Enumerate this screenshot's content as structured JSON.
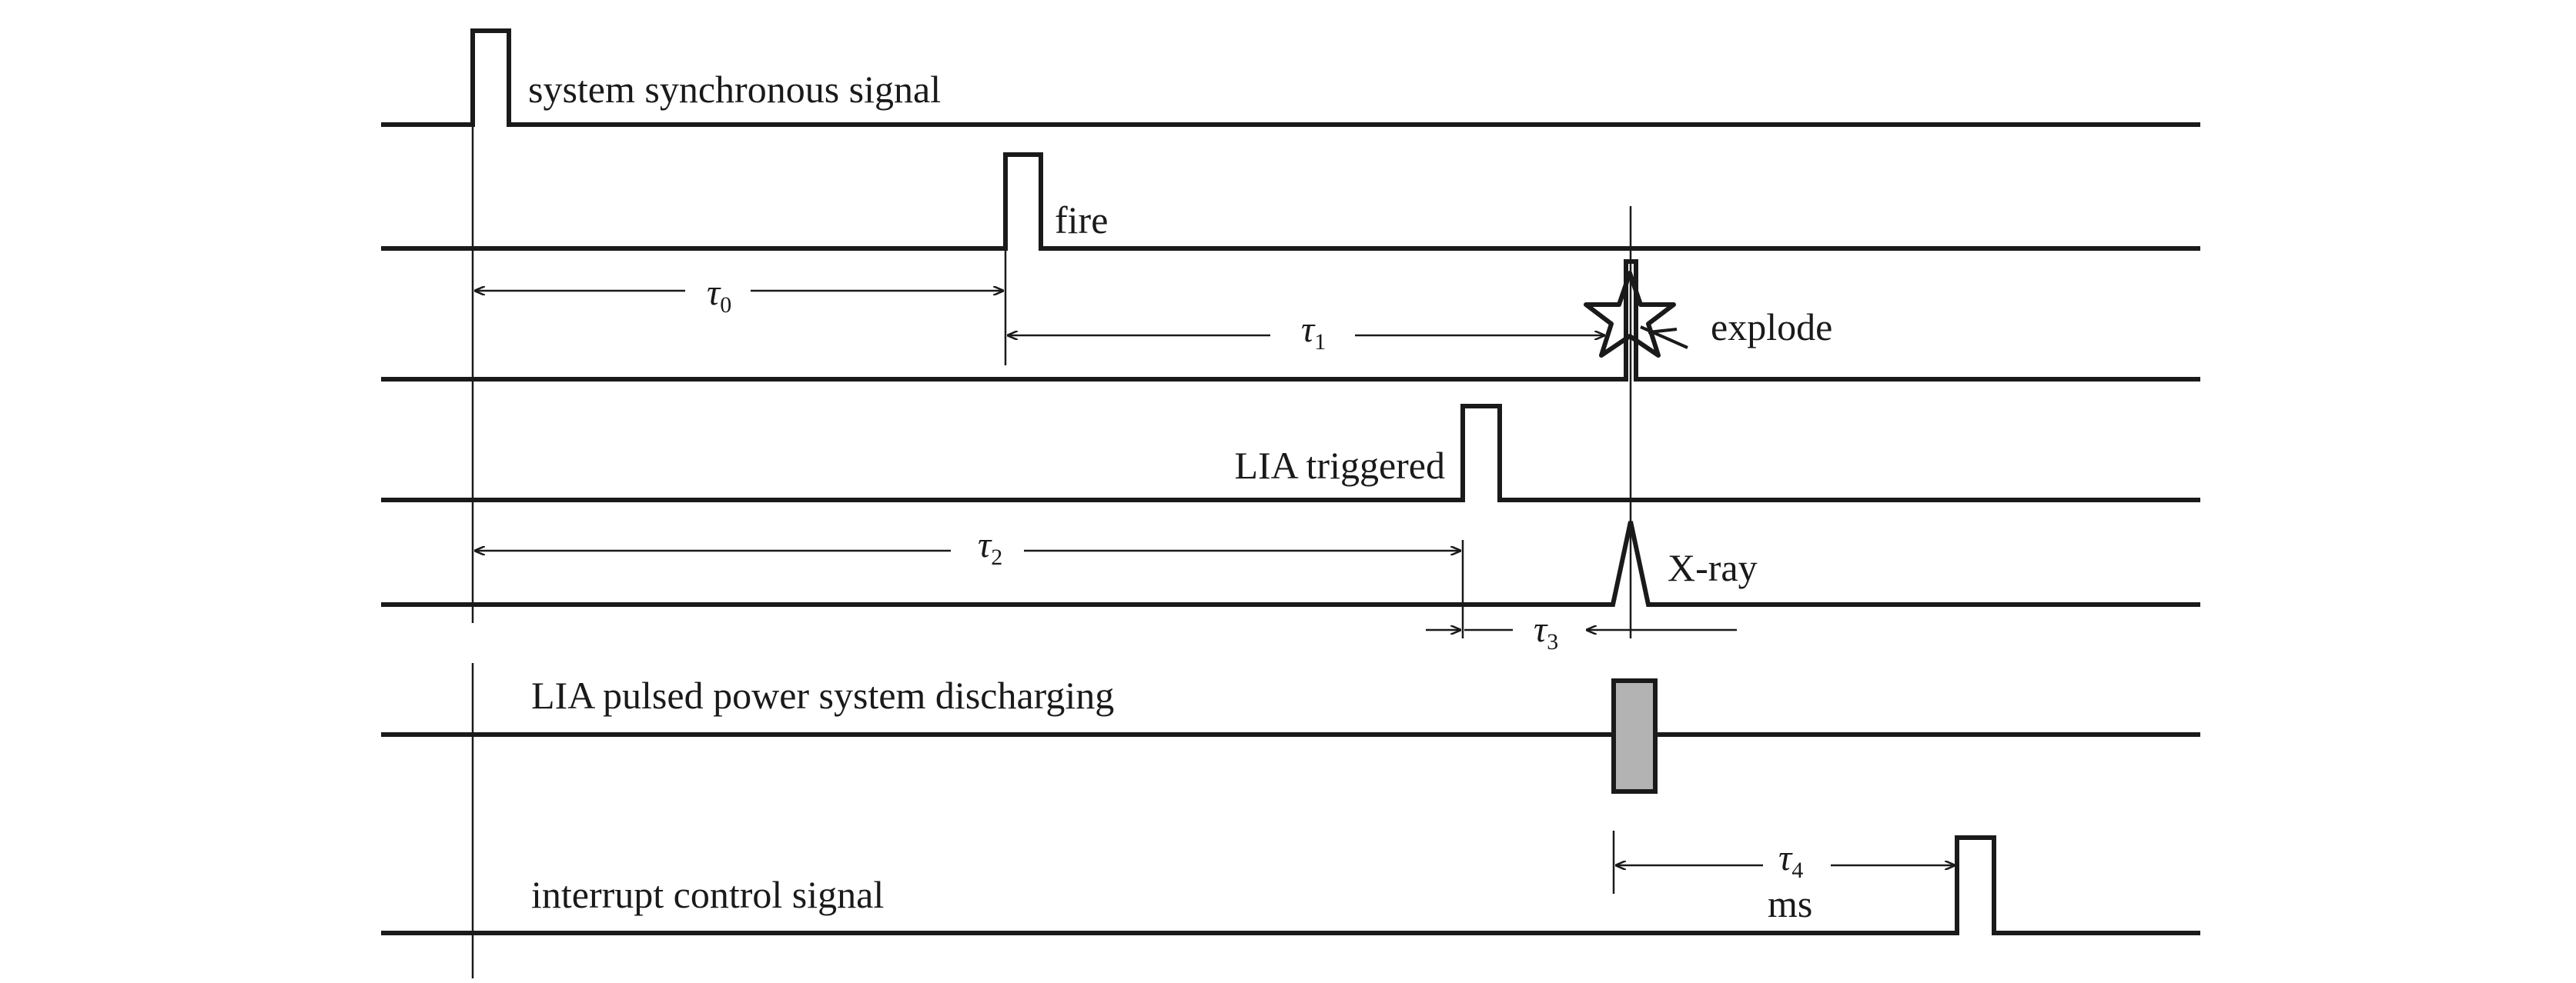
{
  "signals": {
    "sync": "system synchronous signal",
    "fire": "fire",
    "explode": "explode",
    "lia_triggered": "LIA triggered",
    "xray": "X-ray",
    "discharging": "LIA pulsed power system discharging",
    "interrupt": "interrupt control signal"
  },
  "intervals": {
    "tau0": {
      "symbol": "τ",
      "sub": "0"
    },
    "tau1": {
      "symbol": "τ",
      "sub": "1"
    },
    "tau2": {
      "symbol": "τ",
      "sub": "2"
    },
    "tau3": {
      "symbol": "τ",
      "sub": "3"
    },
    "tau4": {
      "symbol": "τ",
      "sub": "4",
      "unit": "ms"
    }
  },
  "colors": {
    "line": "#1a1a1a",
    "discharge_fill": "#b3b3b3"
  }
}
